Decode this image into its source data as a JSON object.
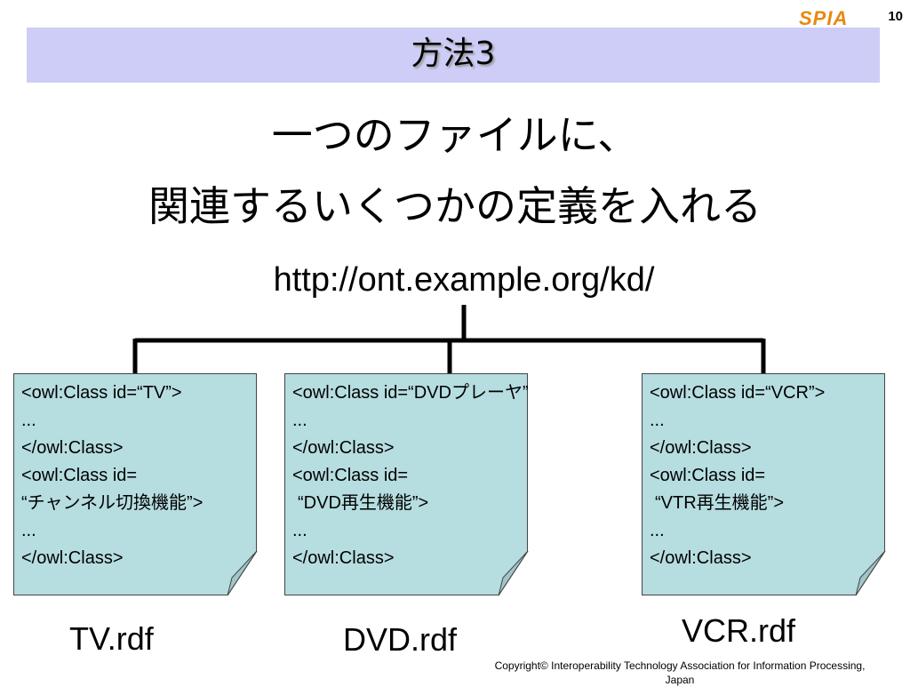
{
  "logo_text": "SPIA",
  "slide_number": "10",
  "title": "方法3",
  "heading_line1": "一つのファイルに、",
  "heading_line2": "関連するいくつかの定義を入れる",
  "base_uri": "http://ont.example.org/kd/",
  "cards": [
    {
      "lines": [
        "<owl:Class id=“TV”>",
        "...",
        "</owl:Class>",
        "<owl:Class id=",
        "“チャンネル切換機能”>",
        "...",
        "</owl:Class>"
      ],
      "filename": "TV.rdf"
    },
    {
      "lines": [
        "<owl:Class id=“DVDプレーヤ”>",
        "...",
        "</owl:Class>",
        "<owl:Class id=",
        "“DVD再生機能”>",
        "...",
        "</owl:Class>"
      ],
      "filename": "DVD.rdf"
    },
    {
      "lines": [
        "<owl:Class id=“VCR”>",
        "...",
        "</owl:Class>",
        "<owl:Class id=",
        "“VTR再生機能”>",
        "...",
        "</owl:Class>"
      ],
      "filename": "VCR.rdf"
    }
  ],
  "copyright_line1": "Copyright© Interoperability Technology Association for Information Processing,",
  "copyright_line2": "Japan",
  "colors": {
    "title_band": "#cdcdf7",
    "card_fill": "#b6dde0",
    "logo": "#e8890f"
  }
}
